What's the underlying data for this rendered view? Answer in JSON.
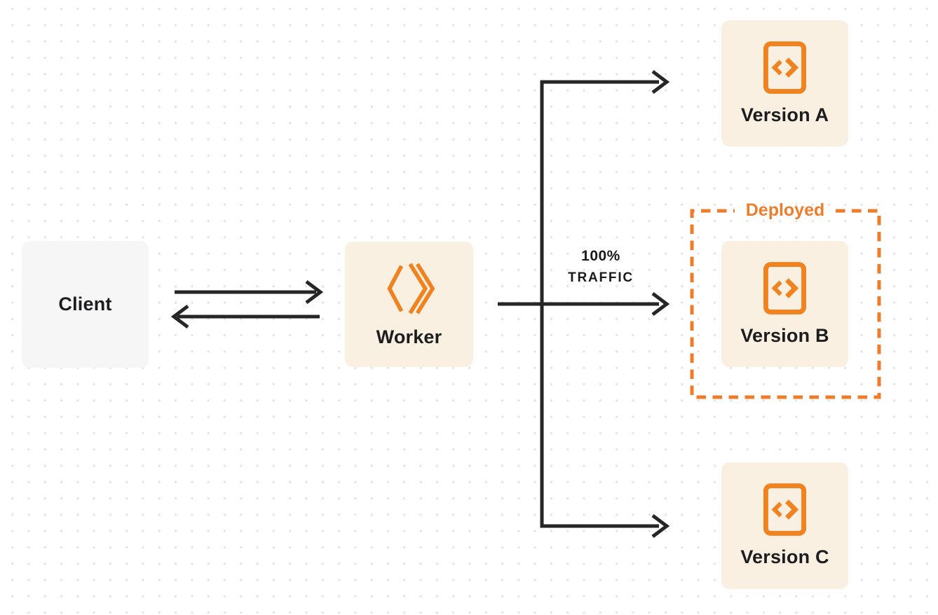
{
  "colors": {
    "accent_orange": "#f0821f",
    "deployed_orange": "#ee7d2b",
    "arrow_black": "#262626",
    "box_cream": "#faf0e1",
    "box_gray": "#f6f6f7",
    "text_dark": "#1d1d1f",
    "dot_grid_gray": "#e4e4e4"
  },
  "nodes": {
    "client": {
      "label": "Client"
    },
    "worker": {
      "label": "Worker",
      "icon": "workers-logo-icon"
    },
    "version_a": {
      "label": "Version A",
      "icon": "code-file-icon"
    },
    "version_b": {
      "label": "Version B",
      "icon": "code-file-icon"
    },
    "version_c": {
      "label": "Version C",
      "icon": "code-file-icon"
    }
  },
  "edges": {
    "traffic_percent": "100%",
    "traffic_word": "TRAFFIC"
  },
  "deployed_group": {
    "label": "Deployed"
  }
}
